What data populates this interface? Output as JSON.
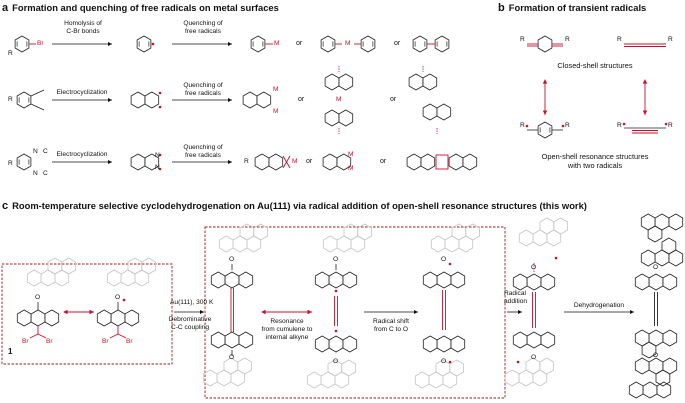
{
  "panel_a": {
    "letter": "a",
    "title": "Formation and quenching of free radicals on metal surfaces",
    "row1": {
      "step1": "Homolysis of C-Br bonds",
      "step1_l1": "Homolysis of",
      "step1_l2": "C-Br bonds",
      "step2_l1": "Quenching of",
      "step2_l2": "free radicals",
      "or": "or",
      "metal": "M",
      "r": "R",
      "br": "Br"
    },
    "row2": {
      "step1": "Electrocyclization",
      "step2_l1": "Quenching of",
      "step2_l2": "free radicals",
      "or": "or",
      "metal": "M",
      "r": "R"
    },
    "row3": {
      "step1": "Electrocyclization",
      "step2_l1": "Quenching of",
      "step2_l2": "free radicals",
      "or": "or",
      "metal": "M",
      "r": "R",
      "n": "N",
      "c": "C"
    }
  },
  "panel_b": {
    "letter": "b",
    "title": "Formation of transient radicals",
    "closed_shell": "Closed-shell structures",
    "open_shell_l1": "Open-shell resonance structures",
    "open_shell_l2": "with two radicals",
    "r": "R"
  },
  "panel_c": {
    "letter": "c",
    "title": "Room-temperature selective cyclodehydrogenation on Au(111) via radical addition of open-shell resonance structures (this work)",
    "compound_number": "1",
    "br": "Br",
    "o": "O",
    "step1_l1": "Au(111), 300 K",
    "step1_l2": "Debrominative",
    "step1_l3": "C-C coupling",
    "resonance_l1": "Resonance",
    "resonance_l2": "from cumulene to",
    "resonance_l3": "internal alkyne",
    "shift_l1": "Radical shift",
    "shift_l2": "from C to O",
    "addition_l1": "Radical",
    "addition_l2": "addition",
    "dehydro": "Dehydrogenation"
  },
  "colors": {
    "accent_red": "#c8102e",
    "frame_red": "#9b1b1b",
    "ghost_gray": "#c4c4c4",
    "text": "#111111"
  }
}
